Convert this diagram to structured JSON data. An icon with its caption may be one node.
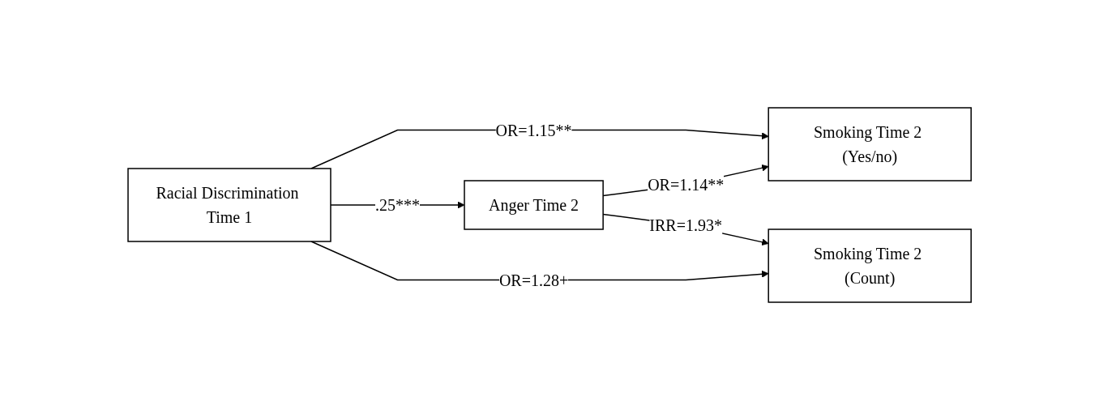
{
  "diagram": {
    "nodes": [
      {
        "text": [
          "Racial Discrimination Time 1"
        ]
      },
      {
        "text": [
          "Anger Time 2"
        ]
      },
      {
        "text": [
          "Smoking Time 2 (Yes/no)"
        ]
      },
      {
        "text": [
          "Smoking Time 2 (Count)"
        ]
      }
    ],
    "edges": [
      {
        "from": 0,
        "to": 2,
        "arrow": "to",
        "label": "OR=1.15**"
      },
      {
        "from": 0,
        "to": 1,
        "arrow": "to",
        "label": ".25***"
      },
      {
        "from": 1,
        "to": 2,
        "arrow": "to",
        "label": "OR=1.14**"
      },
      {
        "from": 1,
        "to": 3,
        "arrow": "to",
        "label": "IRR=1.93*"
      },
      {
        "from": 0,
        "to": 3,
        "arrow": "to",
        "label": "OR=1.28+"
      }
    ]
  }
}
